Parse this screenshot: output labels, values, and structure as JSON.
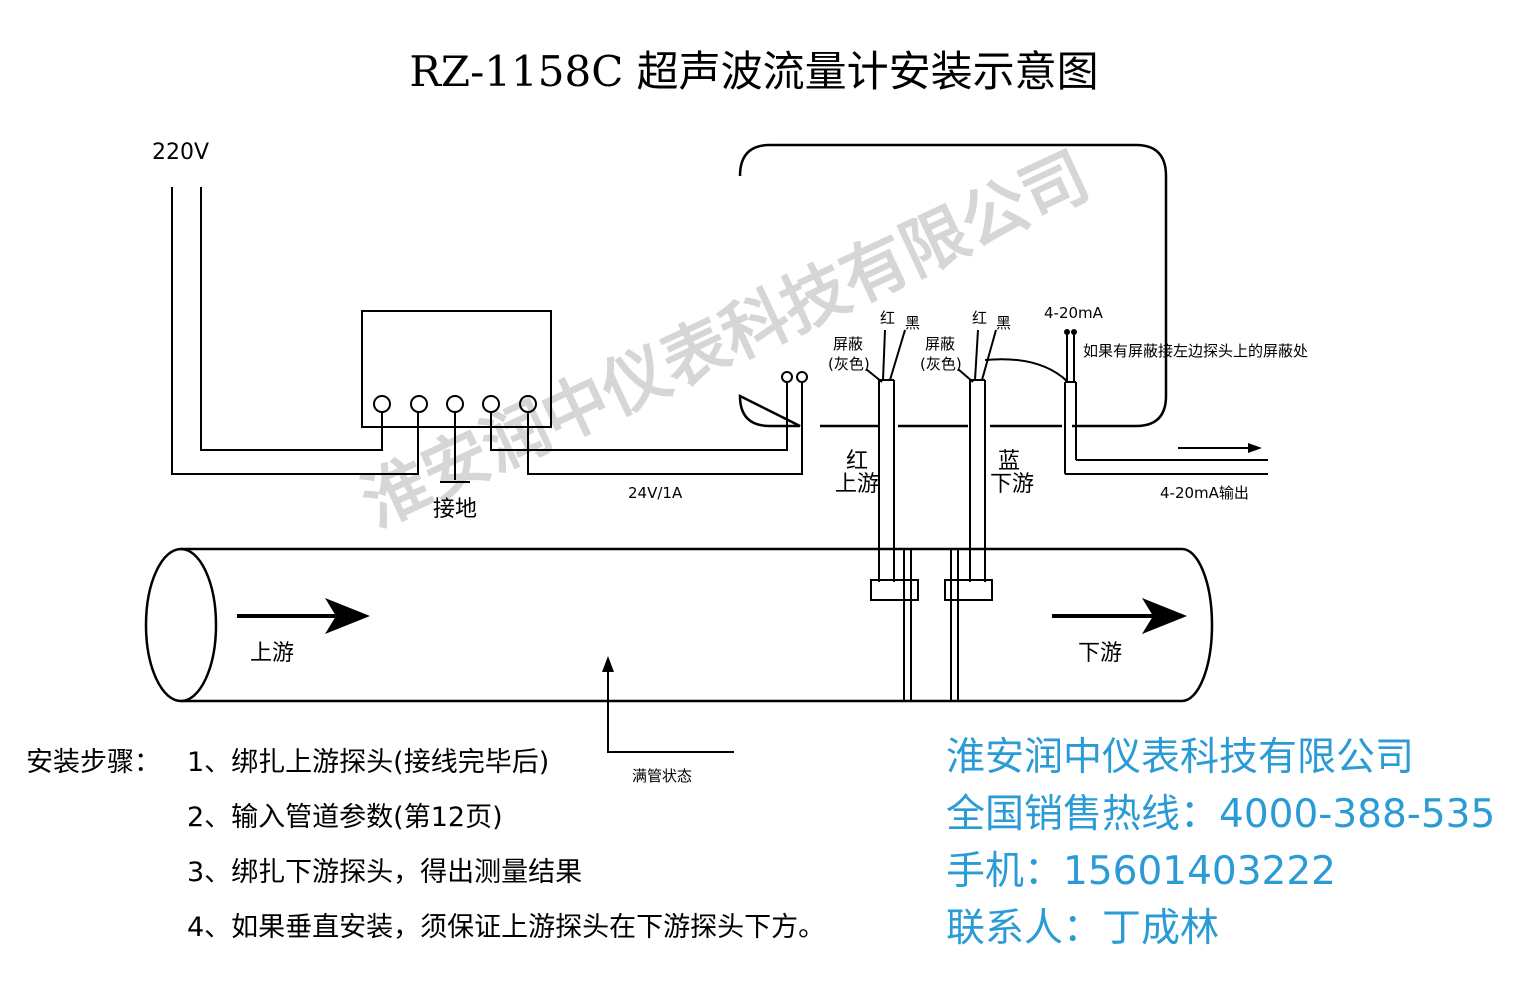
{
  "title": "RZ-1158C 超声波流量计安装示意图",
  "power_label": "220V",
  "ground_label": "接地",
  "supply_label": "24V/1A",
  "shield_label_1": "屏蔽",
  "shield_color_1": "(灰色)",
  "shield_label_2": "屏蔽",
  "shield_color_2": "(灰色)",
  "wire_red_1": "红",
  "wire_black_1": "黑",
  "wire_red_2": "红",
  "wire_black_2": "黑",
  "output_top_label": "4-20mA",
  "shield_note": "如果有屏蔽接左边探头上的屏蔽处",
  "upstream_cable_color": "红",
  "upstream_cable_label": "上游",
  "downstream_cable_color": "蓝",
  "downstream_cable_label": "下游",
  "output_label": "4-20mA输出",
  "pipe_upstream": "上游",
  "pipe_downstream": "下游",
  "full_pipe_note": "满管状态",
  "watermark": "淮安润中仪表科技有限公司",
  "steps": {
    "heading": "安装步骤：",
    "items": [
      "1、绑扎上游探头(接线完毕后)",
      "2、输入管道参数(第12页)",
      "3、绑扎下游探头，得出测量结果",
      "4、如果垂直安装，须保证上游探头在下游探头下方。"
    ]
  },
  "contact": {
    "company": "淮安润中仪表科技有限公司",
    "hotline": "全国销售热线：4000-388-535",
    "mobile": "手机：15601403222",
    "person": "联系人：丁成林"
  },
  "colors": {
    "contact_text": "#2b9bd6",
    "watermark": "#cfcfcf",
    "line": "#000000"
  }
}
